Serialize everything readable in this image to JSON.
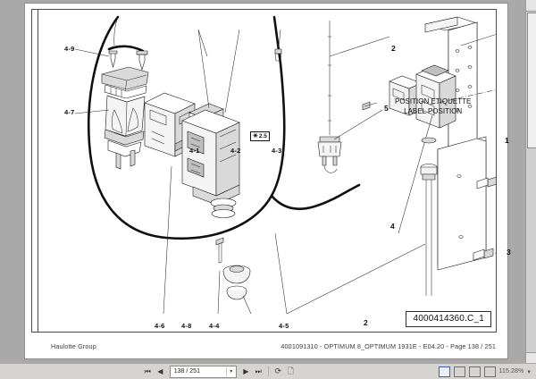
{
  "document": {
    "title_block": "4000414360.C_1",
    "footer_left": "Haulotte Group",
    "footer_right": "4001091310 - OPTIMUM 8_OPTIMUM 1931E - E04.20 - Page 138 / 251"
  },
  "drawing": {
    "note": {
      "line1": "POSITION ETIQUETTE",
      "line2": "LABEL POSITION"
    },
    "torque": {
      "symbol": "✳",
      "value": "2.5"
    },
    "callouts": [
      {
        "id": "c1",
        "label": "1"
      },
      {
        "id": "c2_top",
        "label": "2"
      },
      {
        "id": "c2_bottom",
        "label": "2"
      },
      {
        "id": "c3",
        "label": "3"
      },
      {
        "id": "c4",
        "label": "4"
      },
      {
        "id": "c5",
        "label": "5"
      },
      {
        "id": "c41",
        "label": "4-1"
      },
      {
        "id": "c42",
        "label": "4-2"
      },
      {
        "id": "c43",
        "label": "4-3"
      },
      {
        "id": "c44",
        "label": "4-4"
      },
      {
        "id": "c45",
        "label": "4-5"
      },
      {
        "id": "c46",
        "label": "4-6"
      },
      {
        "id": "c47",
        "label": "4-7"
      },
      {
        "id": "c48",
        "label": "4-8"
      },
      {
        "id": "c49",
        "label": "4-9"
      }
    ]
  },
  "toolbar": {
    "first_page_icon": "⏮",
    "prev_page_icon": "◀",
    "next_page_icon": "▶",
    "last_page_icon": "⏭",
    "page_value": "138 / 251",
    "page_caret": "▾",
    "rotate_icon": "⟳",
    "print_icon": "🗋",
    "zoom_value": "115.28%",
    "zoom_caret": "▾",
    "view_single_icon": "single-page-view",
    "view_continuous_icon": "continuous-view",
    "view_facing_icon": "facing-pages-view",
    "view_fit_icon": "fit-height-view"
  }
}
